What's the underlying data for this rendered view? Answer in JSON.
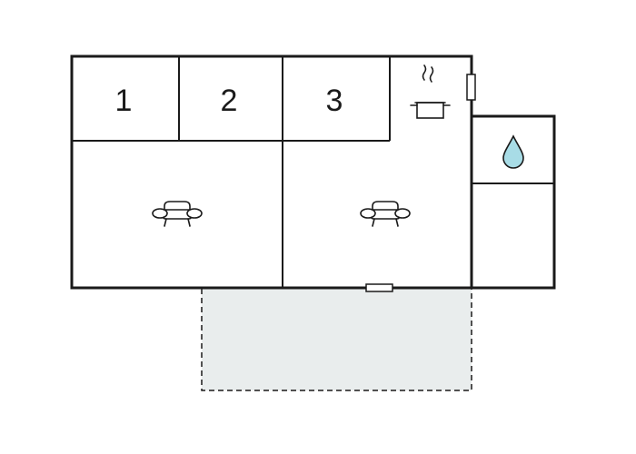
{
  "rooms": {
    "bedroom_1": {
      "label": "1"
    },
    "bedroom_2": {
      "label": "2"
    },
    "bedroom_3": {
      "label": "3"
    }
  },
  "icons": {
    "kitchen": "cooking-pot-icon",
    "bathroom": "water-drop-icon",
    "living_left": "sofa-icon",
    "living_right": "sofa-icon"
  },
  "colors": {
    "wall": "#1a1a1a",
    "terrace": "#e9eded",
    "water": "#a8dce6",
    "background": "#ffffff"
  }
}
